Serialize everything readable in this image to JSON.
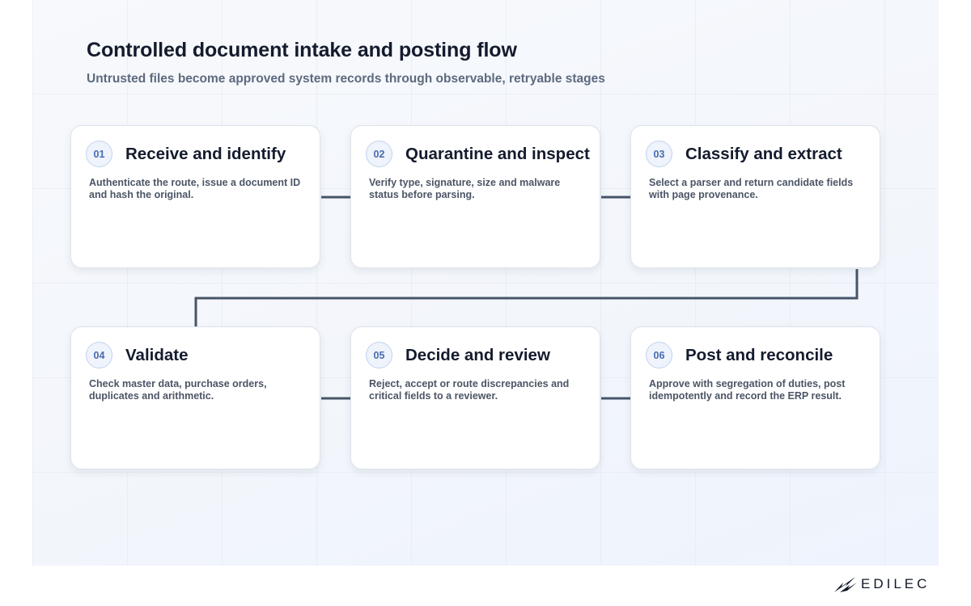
{
  "header": {
    "title": "Controlled document intake and posting flow",
    "subtitle": "Untrusted files become approved system records through observable, retryable stages"
  },
  "steps": [
    {
      "number": "01",
      "title": "Receive and identify",
      "description": "Authenticate the route, issue a document ID and hash the original."
    },
    {
      "number": "02",
      "title": "Quarantine and inspect",
      "description": "Verify type, signature, size and malware status before parsing."
    },
    {
      "number": "03",
      "title": "Classify and extract",
      "description": "Select a parser and return candidate fields with page provenance."
    },
    {
      "number": "04",
      "title": "Validate",
      "description": "Check master data, purchase orders, duplicates and arithmetic."
    },
    {
      "number": "05",
      "title": "Decide and review",
      "description": "Reject, accept or route discrepancies and critical fields to a reviewer."
    },
    {
      "number": "06",
      "title": "Post and reconcile",
      "description": "Approve with segregation of duties, post idempotently and record the ERP result."
    }
  ],
  "brand": {
    "name": "EDILEC",
    "icon": "edilec-logo-icon"
  },
  "colors": {
    "connector": "#475569",
    "badge_text": "#4a6bb0",
    "title_text": "#141b2d"
  }
}
